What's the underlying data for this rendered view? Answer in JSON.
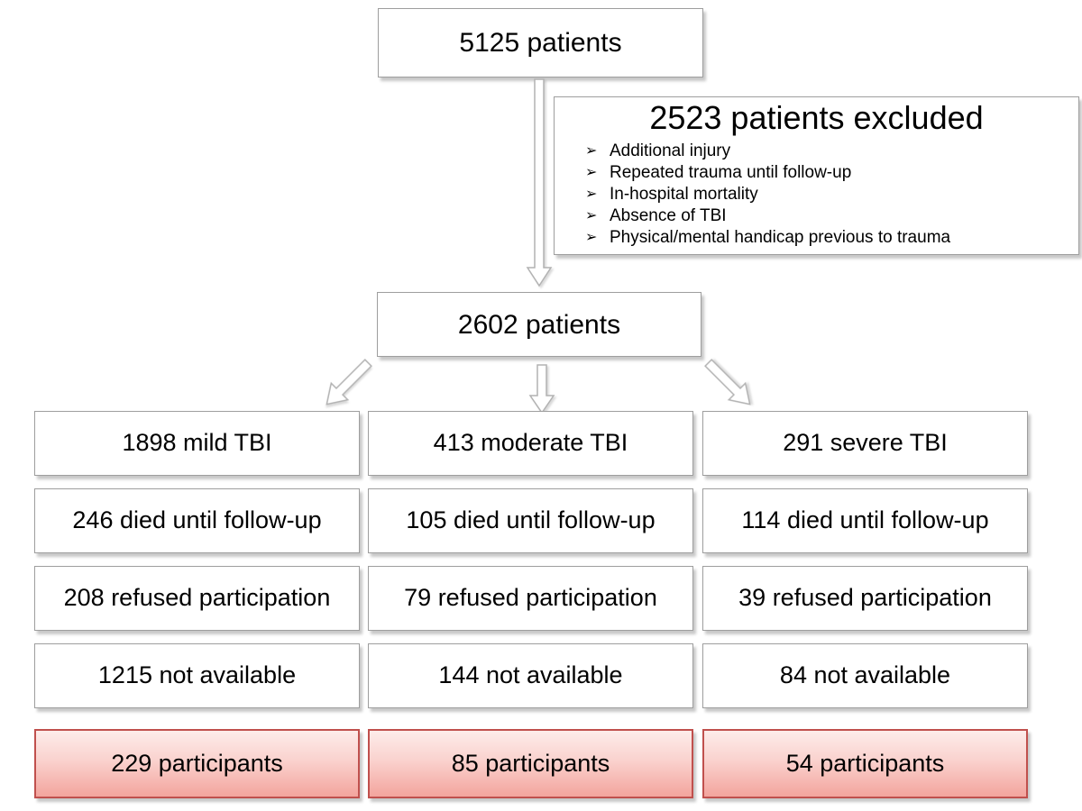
{
  "flowchart": {
    "boxes": {
      "total": "5125 patients",
      "excluded": {
        "title": "2523 patients excluded",
        "bullet_icon": "➢",
        "items": [
          "Additional injury",
          "Repeated trauma until follow-up",
          "In-hospital mortality",
          "Absence of TBI",
          "Physical/mental handicap previous to trauma"
        ]
      },
      "eligible": "2602 patients"
    },
    "columns": [
      {
        "rows": [
          "1898 mild TBI",
          "246 died until follow-up",
          "208 refused participation",
          "1215 not available"
        ],
        "result": "229 participants"
      },
      {
        "rows": [
          "413 moderate TBI",
          "105 died until follow-up",
          "79 refused participation",
          "144 not available"
        ],
        "result": "85 participants"
      },
      {
        "rows": [
          "291 severe TBI",
          "114 died until follow-up",
          "39 refused participation",
          "84 not available"
        ],
        "result": "54 participants"
      }
    ],
    "colors": {
      "box_border": "#9e9e9e",
      "result_border": "#c0504d",
      "result_gradient_top": "#fdecea",
      "result_gradient_bottom": "#f3a49d",
      "arrow_outline": "#b2b2b2"
    }
  }
}
